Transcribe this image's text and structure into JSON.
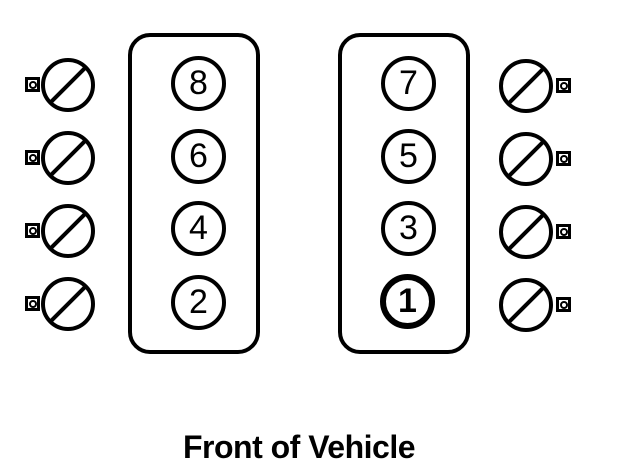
{
  "caption": "Front of Vehicle",
  "engine": {
    "banks": [
      {
        "side": "left",
        "cylinders": [
          {
            "label": "8"
          },
          {
            "label": "6"
          },
          {
            "label": "4"
          },
          {
            "label": "2"
          }
        ]
      },
      {
        "side": "right",
        "cylinders": [
          {
            "label": "7"
          },
          {
            "label": "5"
          },
          {
            "label": "3"
          },
          {
            "label": "1",
            "highlighted": true
          }
        ]
      }
    ],
    "highlighted_cylinder": "1",
    "spark_plugs": {
      "left_count": 4,
      "right_count": 4
    }
  },
  "colors": {
    "line": "#000000",
    "background": "#ffffff"
  }
}
